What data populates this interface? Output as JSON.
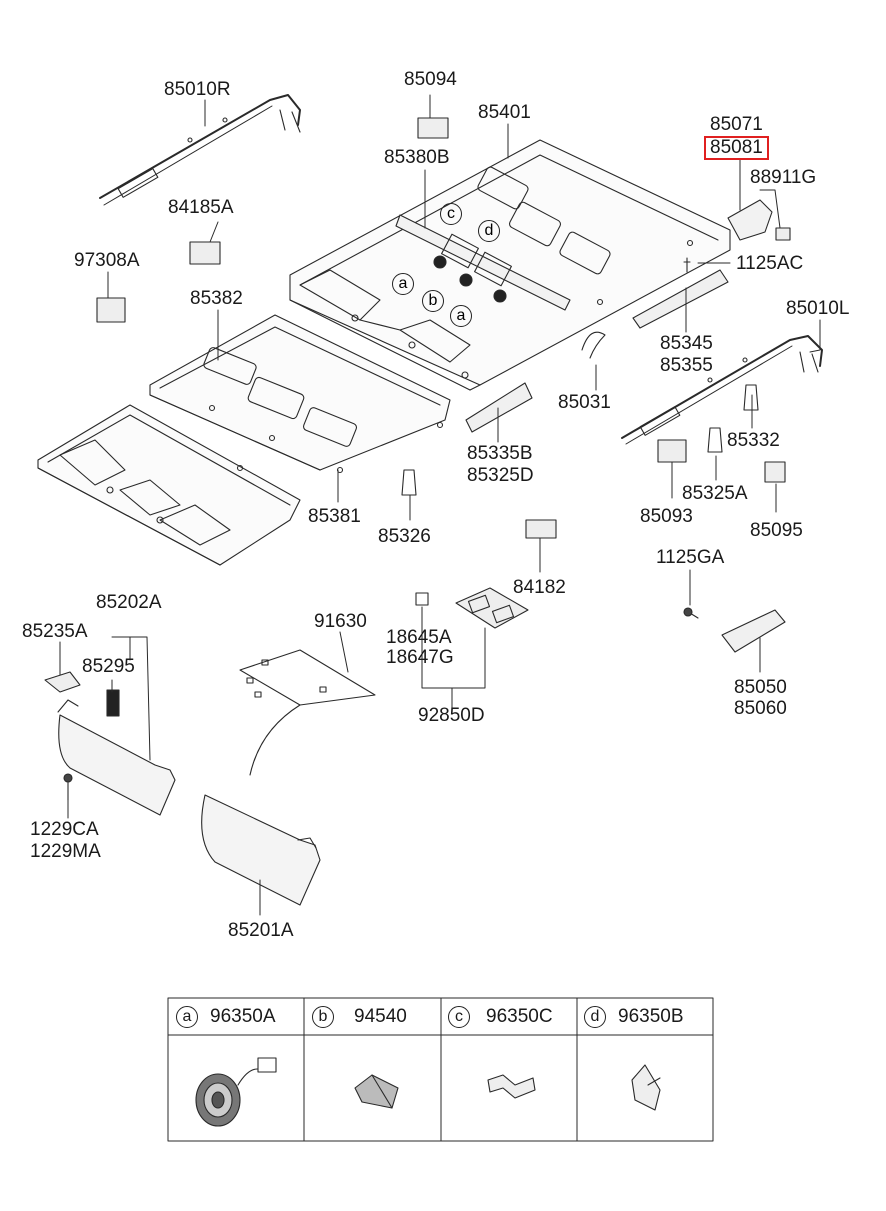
{
  "diagram": {
    "highlight_color": "#e02020",
    "labels": {
      "p85010R": "85010R",
      "p85094": "85094",
      "p85401": "85401",
      "p85071": "85071",
      "p85081": "85081",
      "p88911G": "88911G",
      "p85380B": "85380B",
      "p84185A": "84185A",
      "p1125AC": "1125AC",
      "p97308A": "97308A",
      "p85382": "85382",
      "p85345": "85345",
      "p85355": "85355",
      "p85010L": "85010L",
      "p85031": "85031",
      "p85335B": "85335B",
      "p85325D": "85325D",
      "p85332": "85332",
      "p85325A": "85325A",
      "p85093": "85093",
      "p85095": "85095",
      "p85381": "85381",
      "p85326": "85326",
      "p84182": "84182",
      "p1125GA": "1125GA",
      "p85202A": "85202A",
      "p91630": "91630",
      "p85235A": "85235A",
      "p85295": "85295",
      "p18645A": "18645A",
      "p18647G": "18647G",
      "p92850D": "92850D",
      "p85050": "85050",
      "p85060": "85060",
      "p1229CA": "1229CA",
      "p1229MA": "1229MA",
      "p85201A": "85201A"
    },
    "callouts": {
      "c1": "a",
      "c2": "b",
      "c3": "a",
      "c4": "c",
      "c5": "d"
    }
  },
  "legend": {
    "cells": [
      {
        "letter": "a",
        "part": "96350A",
        "icon": "speaker-icon"
      },
      {
        "letter": "b",
        "part": "94540",
        "icon": "block-icon"
      },
      {
        "letter": "c",
        "part": "96350C",
        "icon": "bracket-icon"
      },
      {
        "letter": "d",
        "part": "96350B",
        "icon": "clip-icon"
      }
    ]
  }
}
